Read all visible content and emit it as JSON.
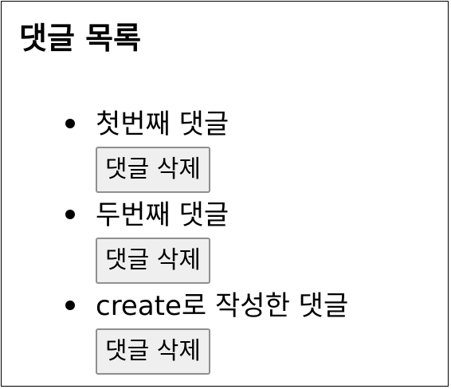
{
  "title": "댓글 목록",
  "comments": [
    {
      "text": "첫번째 댓글",
      "delete_label": "댓글 삭제"
    },
    {
      "text": "두번째 댓글",
      "delete_label": "댓글 삭제"
    },
    {
      "text": "create로 작성한 댓글",
      "delete_label": "댓글 삭제"
    }
  ]
}
